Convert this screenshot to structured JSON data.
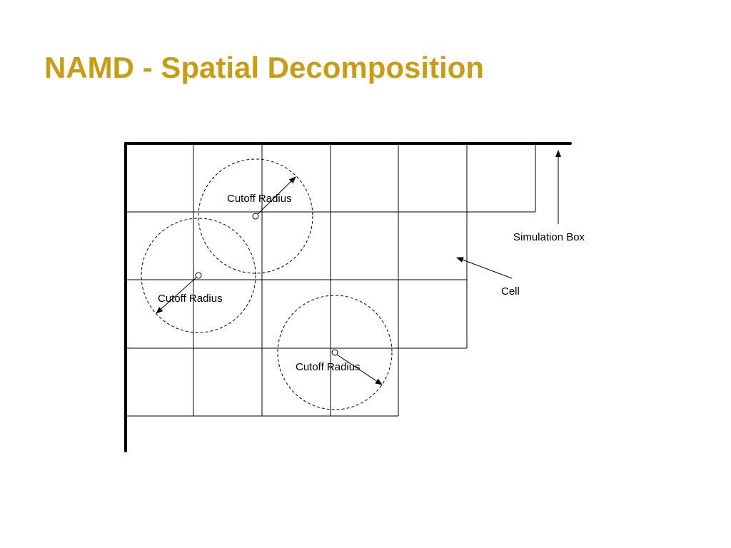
{
  "title": "NAMD - Spatial Decomposition",
  "colors": {
    "title": "#c89c14",
    "lines": "#000000"
  },
  "diagram": {
    "cutoff_labels": [
      "Cutoff Radius",
      "Cutoff Radius",
      "Cutoff Radius"
    ],
    "simulation_box_label": "Simulation Box",
    "cell_label": "Cell"
  }
}
